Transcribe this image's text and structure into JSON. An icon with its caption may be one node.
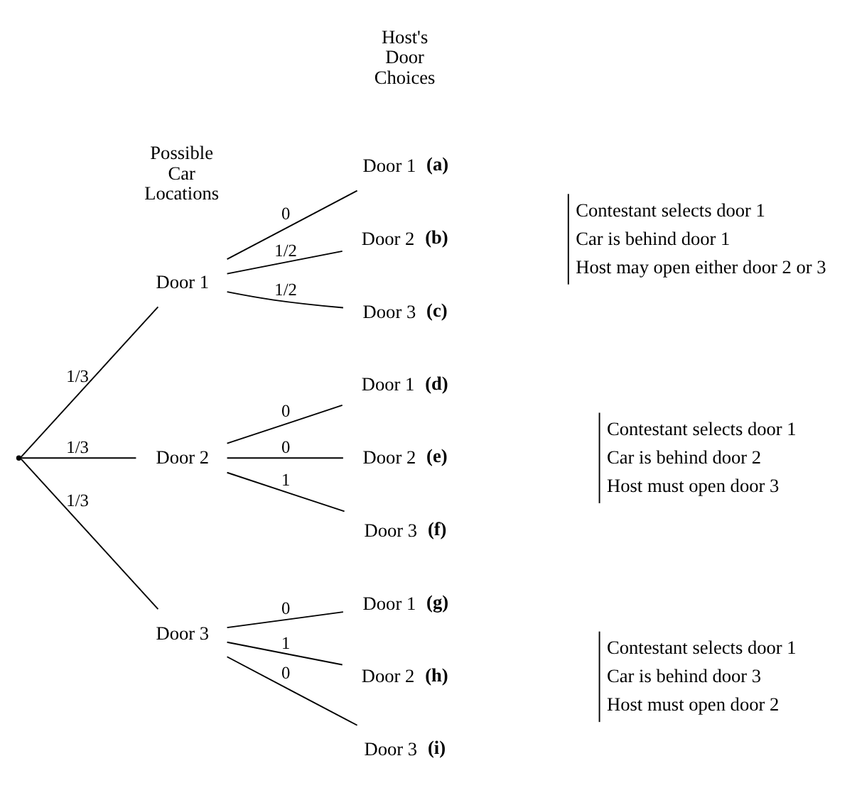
{
  "diagram": {
    "nodes": [
      {
        "text": [],
        "shape": "point"
      },
      {
        "text": [
          "Door 1"
        ]
      },
      {
        "text": [
          "Door 2"
        ]
      },
      {
        "text": [
          "Door 3"
        ]
      },
      {
        "text": [
          "Door 1"
        ],
        "beside": [
          "(a)"
        ]
      },
      {
        "text": [
          "Door 2"
        ],
        "beside": [
          "(b)"
        ]
      },
      {
        "text": [
          "Door 3"
        ],
        "beside": [
          "(c)"
        ]
      },
      {
        "text": [
          "Door 1"
        ],
        "beside": [
          "(d)"
        ]
      },
      {
        "text": [
          "Door 2"
        ],
        "beside": [
          "(e)"
        ]
      },
      {
        "text": [
          "Door 3"
        ],
        "beside": [
          "(f)"
        ]
      },
      {
        "text": [
          "Door 1"
        ],
        "beside": [
          "(g)"
        ]
      },
      {
        "text": [
          "Door 2"
        ],
        "beside": [
          "(h)"
        ]
      },
      {
        "text": [
          "Door 3"
        ],
        "beside": [
          "(i)"
        ]
      }
    ],
    "edges": [
      {
        "from": 0,
        "to": 1,
        "arrow": "none",
        "label": "1/3"
      },
      {
        "from": 0,
        "to": 2,
        "arrow": "none",
        "label": "1/3"
      },
      {
        "from": 0,
        "to": 3,
        "arrow": "none",
        "label": "1/3"
      },
      {
        "from": 1,
        "to": 4,
        "arrow": "none",
        "label": "0"
      },
      {
        "from": 1,
        "to": 5,
        "arrow": "none",
        "label": "1/2"
      },
      {
        "from": 1,
        "to": 6,
        "arrow": "none",
        "label": "1/2"
      },
      {
        "from": 2,
        "to": 7,
        "arrow": "none",
        "label": "0"
      },
      {
        "from": 2,
        "to": 8,
        "arrow": "none",
        "label": "0"
      },
      {
        "from": 2,
        "to": 9,
        "arrow": "none",
        "label": "1"
      },
      {
        "from": 3,
        "to": 10,
        "arrow": "none",
        "label": "0"
      },
      {
        "from": 3,
        "to": 11,
        "arrow": "none",
        "label": "1"
      },
      {
        "from": 3,
        "to": 12,
        "arrow": "none",
        "label": "0"
      }
    ],
    "labels": [
      "Possible Car Locations",
      "Host's Door Choices",
      "Contestant selects door 1",
      "Car is behind door 1",
      "Host may open either door 2 or 3",
      "Contestant selects door 1",
      "Car is behind door 2",
      "Host must open door 3",
      "Contestant selects door 1",
      "Car is behind door 3",
      "Host must open door 2"
    ]
  }
}
